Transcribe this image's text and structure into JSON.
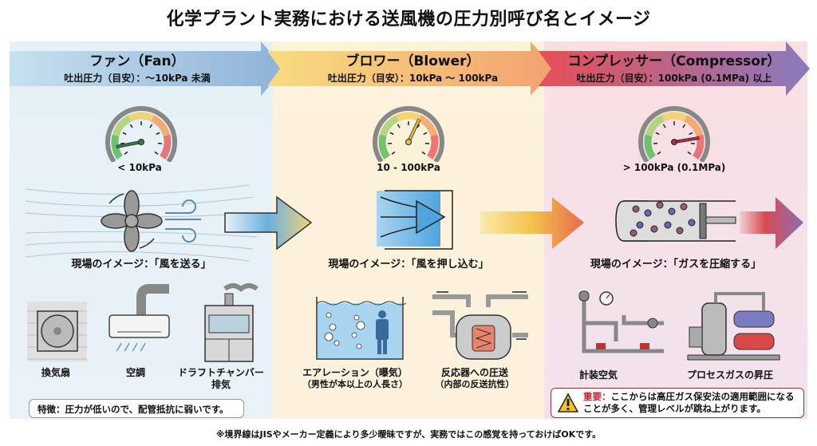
{
  "title": "化学プラント実務における送風機の圧力別呼び名とイメージ",
  "categories": [
    {
      "key": "fan",
      "name": "ファン（Fan）",
      "pressure": "吐出圧力（目安）：〜10kPa 未満",
      "gauge_label": "< 10kPa",
      "gauge_needle_fraction": 0.1,
      "image_caption": "現場のイメージ：「風を送る」",
      "examples": [
        {
          "label": "換気扇"
        },
        {
          "label": "空調"
        },
        {
          "label": "ドラフトチャンバー",
          "label2": "排気"
        }
      ],
      "note": "特徴：圧力が低いので、配管抵抗に弱いです。",
      "band_colors": [
        "#b9d9ea",
        "#8fb3d9"
      ]
    },
    {
      "key": "blower",
      "name": "ブロワー（Blower）",
      "pressure": "吐出圧力（目安）：10kPa 〜 100kPa",
      "gauge_label": "10 - 100kPa",
      "gauge_needle_fraction": 0.6,
      "image_caption": "現場のイメージ：「風を押し込む」",
      "examples": [
        {
          "label": "エアレーション（曝気）",
          "sub": "（男性が本以上の人長さ）"
        },
        {
          "label": "反応器への圧送",
          "sub": "（内部の反送抗性）"
        }
      ],
      "band_colors": [
        "#f5d97a",
        "#f2a873"
      ]
    },
    {
      "key": "compressor",
      "name": "コンプレッサー（Compressor）",
      "pressure": "吐出圧力（目安）：100kPa (0.1MPa) 以上",
      "gauge_label": "> 100kPa (0.1MPa)",
      "gauge_needle_fraction": 0.82,
      "image_caption": "現場のイメージ：「ガスを圧縮する」",
      "examples": [
        {
          "label": "計装空気"
        },
        {
          "label": "プロセスガスの昇圧"
        }
      ],
      "note_warn": "重要：",
      "note": "ここからは高圧ガス保安法の適用範囲になることが多く、管理レベルが跳ね上がります。",
      "band_colors": [
        "#e5545a",
        "#8e78b8"
      ]
    }
  ],
  "footer": "※境界線はJISやメーカー定義により多少曖昧ですが、実務ではこの感覚を持っておけばOKです。"
}
